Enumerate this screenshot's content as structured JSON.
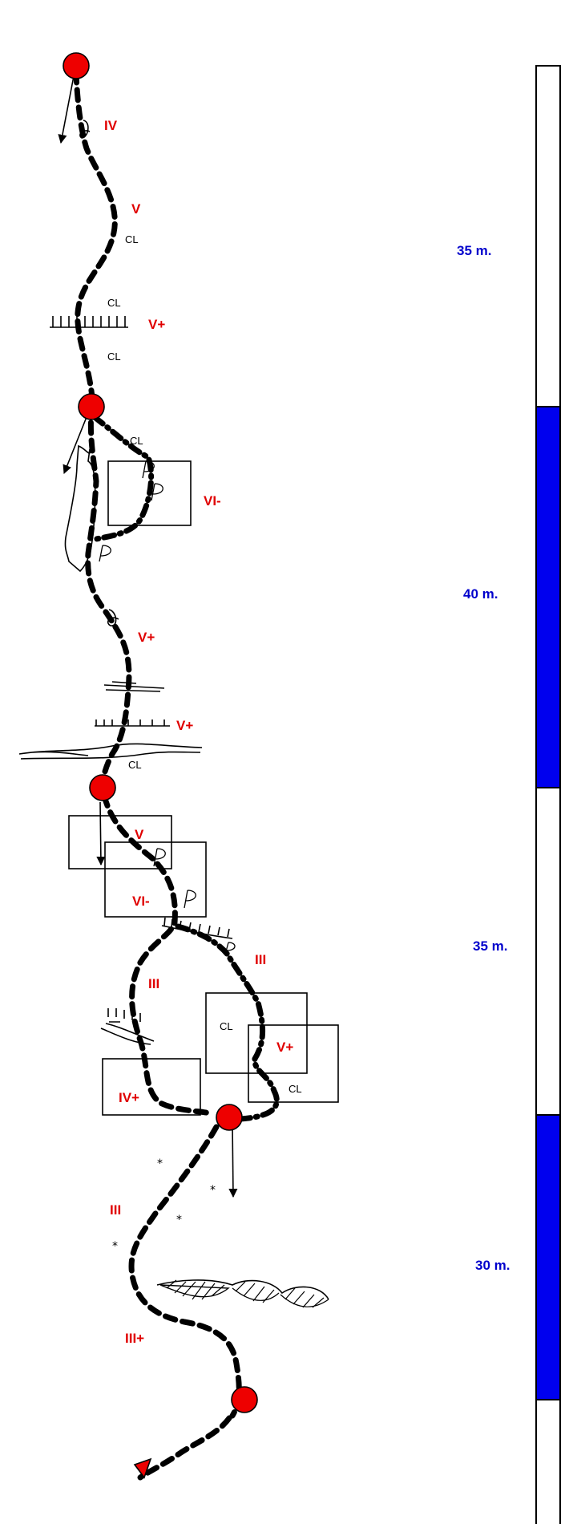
{
  "colors": {
    "belay": "#ee0000",
    "grade": "#e00000",
    "length": "#0000cc",
    "scale_fill": "#0000ee",
    "route": "#000000"
  },
  "grades": {
    "p1": "IV",
    "p1b": "V",
    "p1c": "V+",
    "p2": "VI-",
    "p2b": "V+",
    "p2c": "V+",
    "p3a": "V",
    "p3b": "VI-",
    "p3c": "III",
    "p3d": "III",
    "p3e": "V+",
    "p3f": "IV+",
    "p4a": "III",
    "p4b": "III+"
  },
  "notes": {
    "cl": "CL",
    "piton": "P"
  },
  "pitch_lengths": [
    "35 m.",
    "40 m.",
    "35 m.",
    "30 m."
  ],
  "scale_segments": [
    {
      "fill": "white",
      "from": 0,
      "to": 35
    },
    {
      "fill": "blue",
      "from": 35,
      "to": 75
    },
    {
      "fill": "white",
      "from": 75,
      "to": 110
    },
    {
      "fill": "blue",
      "from": 110,
      "to": 140
    },
    {
      "fill": "white",
      "from": 140,
      "to": 155
    }
  ]
}
